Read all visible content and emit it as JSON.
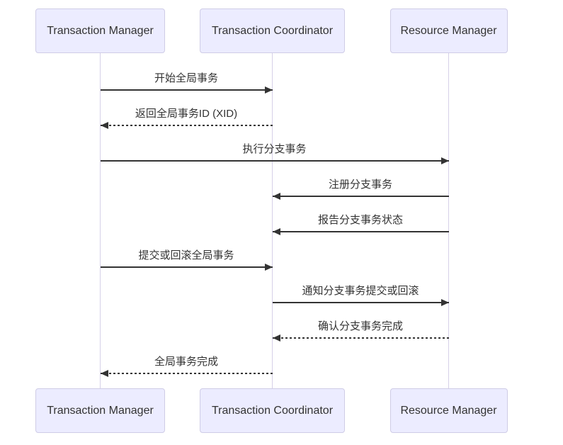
{
  "diagram": {
    "type": "sequence",
    "actors": [
      {
        "id": "transaction-manager",
        "label": "Transaction Manager"
      },
      {
        "id": "transaction-coordinator",
        "label": "Transaction Coordinator"
      },
      {
        "id": "resource-manager",
        "label": "Resource Manager"
      }
    ],
    "messages": [
      {
        "text": "开始全局事务",
        "from": "transaction-manager",
        "to": "transaction-coordinator",
        "line": "solid"
      },
      {
        "text": "返回全局事务ID (XID)",
        "from": "transaction-coordinator",
        "to": "transaction-manager",
        "line": "dashed"
      },
      {
        "text": "执行分支事务",
        "from": "transaction-manager",
        "to": "resource-manager",
        "line": "solid"
      },
      {
        "text": "注册分支事务",
        "from": "resource-manager",
        "to": "transaction-coordinator",
        "line": "solid"
      },
      {
        "text": "报告分支事务状态",
        "from": "resource-manager",
        "to": "transaction-coordinator",
        "line": "solid"
      },
      {
        "text": "提交或回滚全局事务",
        "from": "transaction-manager",
        "to": "transaction-coordinator",
        "line": "solid"
      },
      {
        "text": "通知分支事务提交或回滚",
        "from": "transaction-coordinator",
        "to": "resource-manager",
        "line": "solid"
      },
      {
        "text": "确认分支事务完成",
        "from": "resource-manager",
        "to": "transaction-coordinator",
        "line": "dashed"
      },
      {
        "text": "全局事务完成",
        "from": "transaction-coordinator",
        "to": "transaction-manager",
        "line": "dashed"
      }
    ],
    "colors": {
      "background": "#ffffff",
      "actor_fill": "#ececff",
      "actor_border": "#cfcce6",
      "lifeline": "#d6d0e8",
      "arrow": "#333333",
      "text": "#333333"
    }
  }
}
